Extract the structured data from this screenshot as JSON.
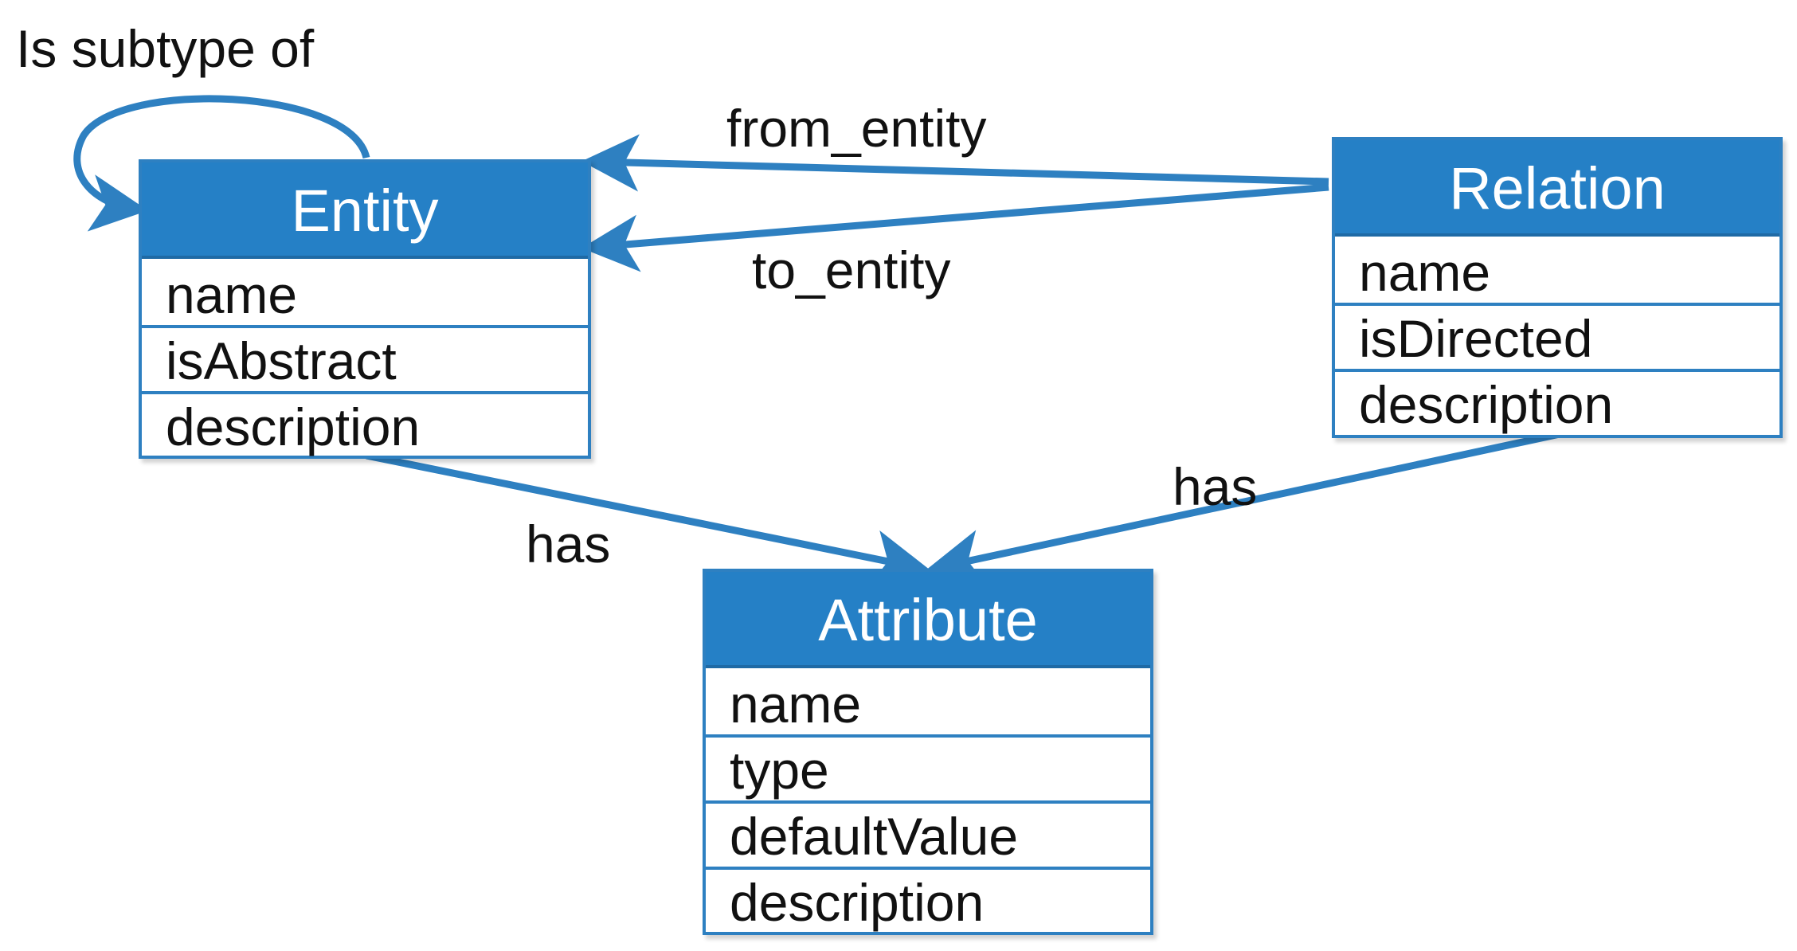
{
  "entity": {
    "title": "Entity",
    "fields": [
      "name",
      "isAbstract",
      "description"
    ]
  },
  "relation": {
    "title": "Relation",
    "fields": [
      "name",
      "isDirected",
      "description"
    ]
  },
  "attribute": {
    "title": "Attribute",
    "fields": [
      "name",
      "type",
      "defaultValue",
      "description"
    ]
  },
  "edges": {
    "subtype": "Is subtype of",
    "from_entity": "from_entity",
    "to_entity": "to_entity",
    "entity_has": "has",
    "relation_has": "has"
  },
  "colors": {
    "header": "#2580c6",
    "border": "#2e80c1",
    "arrow": "#2e80c1"
  }
}
